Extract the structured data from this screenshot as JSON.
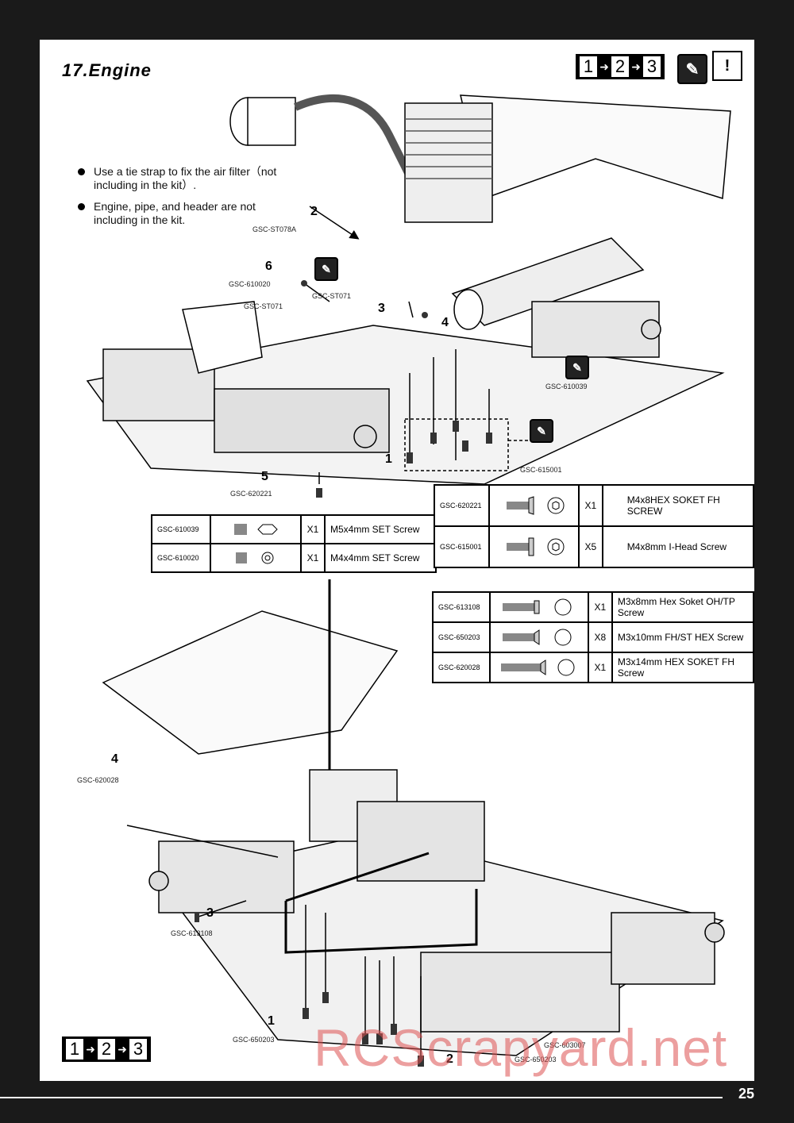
{
  "title": "17.Engine",
  "steps": [
    "1",
    "2",
    "3"
  ],
  "notes": [
    "Use a tie strap to fix the air filter（not including in the kit）.",
    "Engine, pipe, and header are not including in the kit."
  ],
  "callouts_top": {
    "gsc_st078a": "GSC-ST078A",
    "gsc_610020": "GSC-610020",
    "gsc_st071_a": "GSC-ST071",
    "gsc_st071_b": "GSC-ST071",
    "gsc_610039": "GSC-610039",
    "gsc_615001": "GSC-615001",
    "gsc_620221": "GSC-620221"
  },
  "steps_top": {
    "s1": "1",
    "s2": "2",
    "s3": "3",
    "s4": "4",
    "s5": "5",
    "s6": "6"
  },
  "table_left": [
    {
      "code": "GSC-610039",
      "qty": "X1",
      "desc": "M5x4mm SET Screw"
    },
    {
      "code": "GSC-610020",
      "qty": "X1",
      "desc": "M4x4mm SET Screw"
    }
  ],
  "table_right_top": [
    {
      "code": "GSC-620221",
      "qty": "X1",
      "desc": "M4x8HEX SOKET FH SCREW"
    },
    {
      "code": "GSC-615001",
      "qty": "X5",
      "desc": "M4x8mm I-Head Screw"
    }
  ],
  "table_bottom": [
    {
      "code": "GSC-613108",
      "qty": "X1",
      "desc": "M3x8mm Hex Soket OH/TP Screw"
    },
    {
      "code": "GSC-650203",
      "qty": "X8",
      "desc": "M3x10mm FH/ST HEX Screw"
    },
    {
      "code": "GSC-620028",
      "qty": "X1",
      "desc": "M3x14mm HEX SOKET FH Screw"
    }
  ],
  "callouts_bottom": {
    "gsc_620028": "GSC-620028",
    "gsc_613108": "GSC-613108",
    "gsc_650203_a": "GSC-650203",
    "gsc_603007": "GSC-603007",
    "gsc_650203_b": "GSC-650203"
  },
  "steps_bottom": {
    "s1": "1",
    "s2": "2",
    "s3": "3",
    "s4": "4"
  },
  "watermark": "RCScrapyard.net",
  "page_number": "25"
}
